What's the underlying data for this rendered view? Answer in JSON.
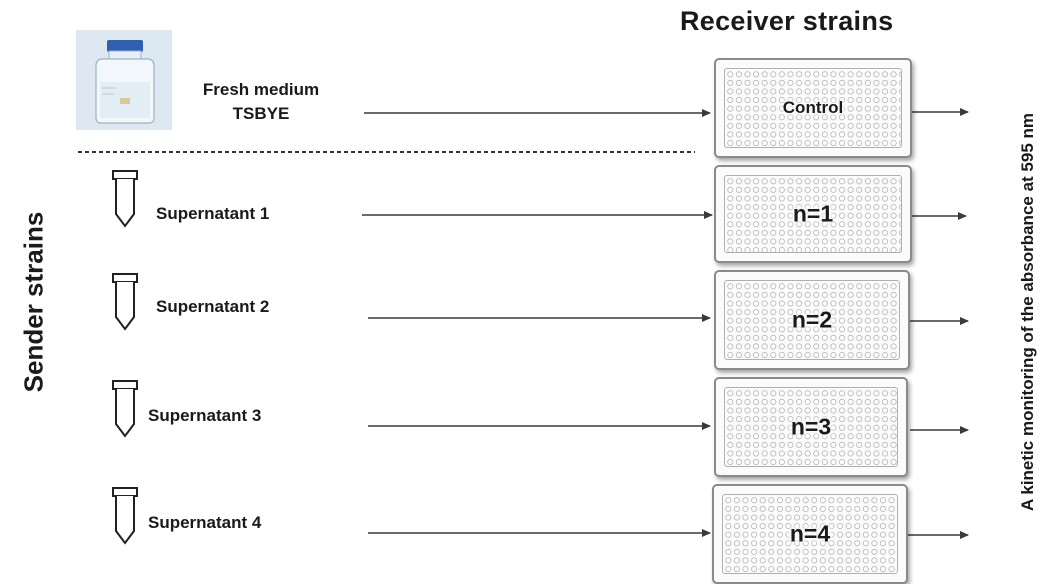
{
  "title": "Receiver strains",
  "left_label": "Sender strains",
  "right_label": "A kinetic monitoring of the absorbance at 595 nm",
  "medium": {
    "line1": "Fresh medium",
    "line2": "TSBYE"
  },
  "rows": [
    {
      "label": "Supernatant 1",
      "plate": "n=1"
    },
    {
      "label": "Supernatant 2",
      "plate": "n=2"
    },
    {
      "label": "Supernatant 3",
      "plate": "n=3"
    },
    {
      "label": "Supernatant 4",
      "plate": "n=4"
    }
  ],
  "control_plate": "Control",
  "icons": {
    "medium": "medium-bottle-icon",
    "tube": "centrifuge-tube-icon"
  },
  "colors": {
    "arrow": "#3a3a3a",
    "plate_border": "#8a8a8a",
    "bottle_cap": "#2f5fae"
  }
}
